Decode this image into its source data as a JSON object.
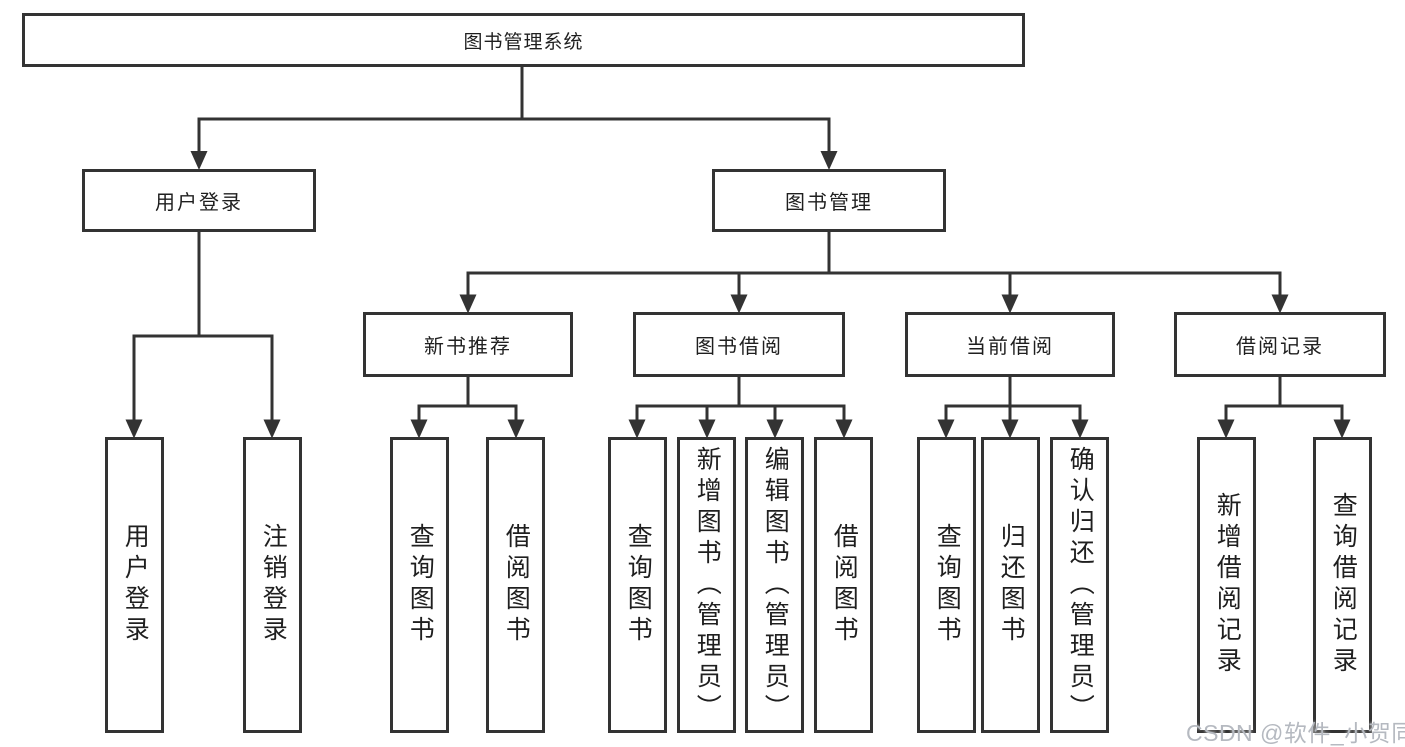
{
  "colors": {
    "line": "#333333",
    "text": "#1f1f1f",
    "background": "#ffffff",
    "watermark": "#b5b9c0"
  },
  "watermark": {
    "text": "CSDN @软件_小贺同学"
  },
  "tree": {
    "root": {
      "label": "图书管理系统"
    },
    "user_login": {
      "label": "用户登录",
      "children": [
        {
          "label": "用户登录"
        },
        {
          "label": "注销登录"
        }
      ]
    },
    "book_mgmt": {
      "label": "图书管理",
      "children": [
        {
          "label": "新书推荐",
          "children": [
            {
              "label": "查询图书"
            },
            {
              "label": "借阅图书"
            }
          ]
        },
        {
          "label": "图书借阅",
          "children": [
            {
              "label": "查询图书"
            },
            {
              "label": "新增图书（管理员）"
            },
            {
              "label": "编辑图书（管理员）"
            },
            {
              "label": "借阅图书"
            }
          ]
        },
        {
          "label": "当前借阅",
          "children": [
            {
              "label": "查询图书"
            },
            {
              "label": "归还图书"
            },
            {
              "label": "确认归还（管理员）"
            }
          ]
        },
        {
          "label": "借阅记录",
          "children": [
            {
              "label": "新增借阅记录"
            },
            {
              "label": "查询借阅记录"
            }
          ]
        }
      ]
    }
  }
}
